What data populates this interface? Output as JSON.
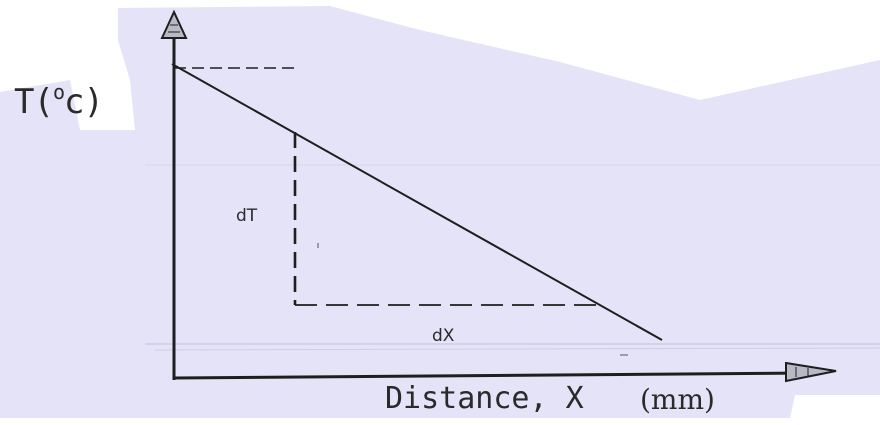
{
  "diagram": {
    "y_axis_label": "T(",
    "y_axis_degree": "o",
    "y_axis_label_end": "c)",
    "x_axis_label": "Distance, X",
    "x_axis_unit": "(mm)",
    "rise_label": "dT",
    "run_label": "dX"
  },
  "colors": {
    "paper_shade": "#e4e3f7",
    "ink": "#1e1e1e"
  }
}
